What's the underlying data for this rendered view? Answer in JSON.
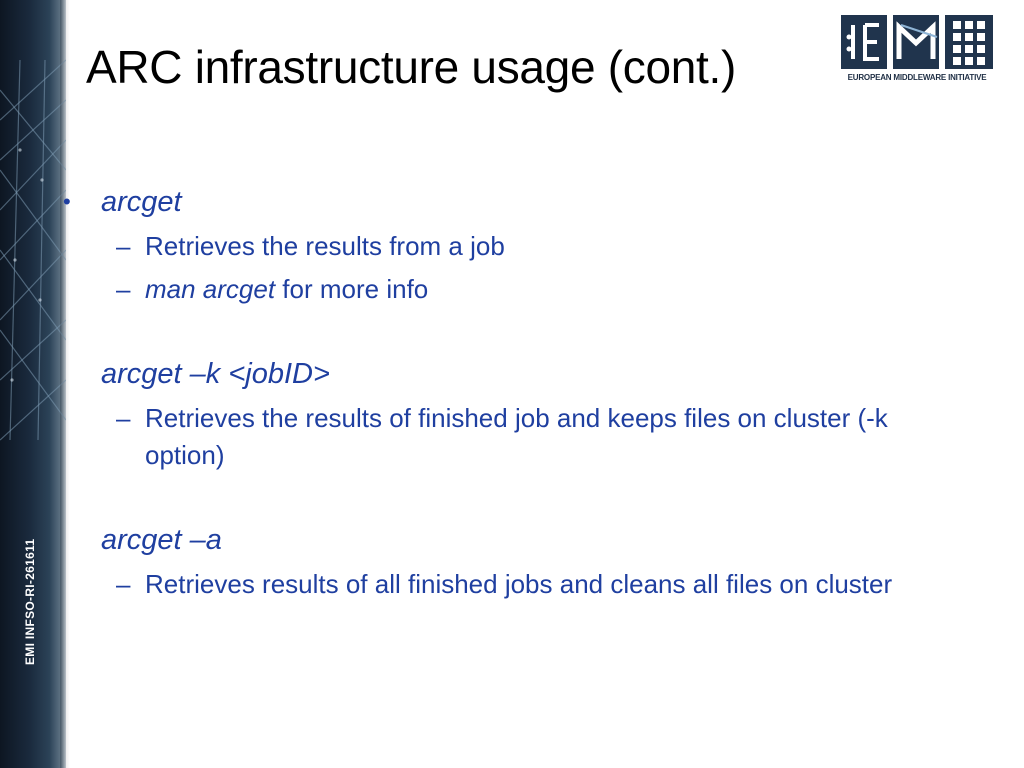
{
  "slide": {
    "title": "ARC infrastructure usage (cont.)",
    "sidebar_text": "EMI INFSO-RI-261611",
    "logo_text": "EUROPEAN MIDDLEWARE INITIATIVE",
    "bullet_symbol": "•",
    "dash_symbol": "–"
  },
  "sections": [
    {
      "command": "arcget",
      "items": [
        {
          "text": "Retrieves the results from a job"
        },
        {
          "italic": "man arcget",
          "text": " for more info"
        }
      ]
    },
    {
      "command": "arcget –k <jobID>",
      "items": [
        {
          "text": "Retrieves the results of finished job and keeps files on cluster (-k option)"
        }
      ]
    },
    {
      "command": "arcget –a",
      "items": [
        {
          "text": "Retrieves results of all finished jobs and cleans all files on cluster"
        }
      ]
    }
  ],
  "colors": {
    "text_blue": "#1f3fa0",
    "title": "#000000",
    "sidebar_dark": "#1a2a3d",
    "logo_blue": "#1f2f45"
  }
}
